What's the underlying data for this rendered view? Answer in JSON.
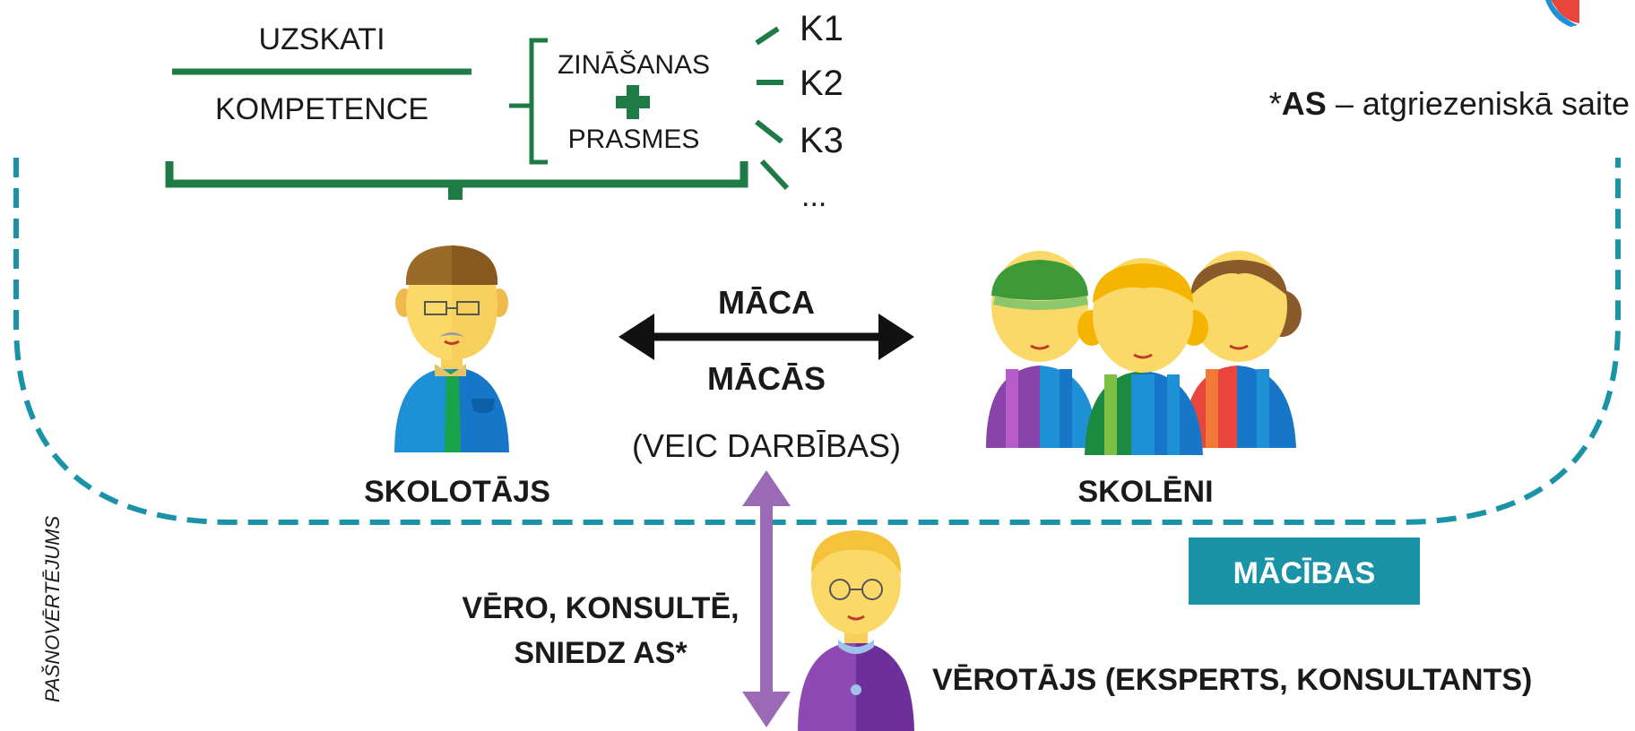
{
  "header": {
    "uzskati": "UZSKATI",
    "kompetence": "KOMPETENCE",
    "zinasanas": "ZINĀŠANAS",
    "prasmes": "PRASMES",
    "k_items": [
      "K1",
      "K2",
      "K3",
      "..."
    ]
  },
  "note": {
    "prefix": "*",
    "abbr": "AS",
    "text": " – atgriezeniskā saite"
  },
  "actors": {
    "teacher": "SKOLOTĀJS",
    "students": "SKOLĒNI",
    "observer": "VĒROTĀJS (EKSPERTS, KONSULTANTS)"
  },
  "interaction": {
    "top": "MĀCA",
    "middle": "MĀCĀS",
    "bottom": "(VEIC DARBĪBAS)"
  },
  "observation": {
    "line1": "VĒRO, KONSULTĒ,",
    "line2": "SNIEDZ AS*"
  },
  "box_label": "MĀCĪBAS",
  "side_label": "PAŠNOVĒRTĒJUMS",
  "colors": {
    "green": "#1e7b46",
    "teal": "#1a93a6",
    "purple": "#9b6ab7",
    "black": "#111111",
    "logo_blue": "#1e90d6",
    "logo_red": "#e8463c"
  }
}
